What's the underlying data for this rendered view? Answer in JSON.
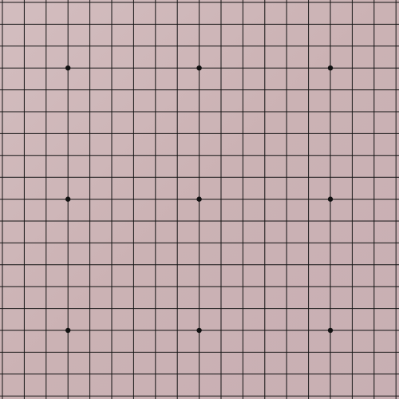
{
  "board": {
    "name": "Go board",
    "size": 19,
    "surface_color": "#cdb5b7",
    "surface_tint": "#d6c1c2",
    "line_color": "#141414",
    "star_point_color": "#111111",
    "star_points": [
      [
        3,
        3
      ],
      [
        3,
        9
      ],
      [
        3,
        15
      ],
      [
        9,
        3
      ],
      [
        9,
        9
      ],
      [
        9,
        15
      ],
      [
        15,
        3
      ],
      [
        15,
        9
      ],
      [
        15,
        15
      ]
    ],
    "stones": []
  }
}
